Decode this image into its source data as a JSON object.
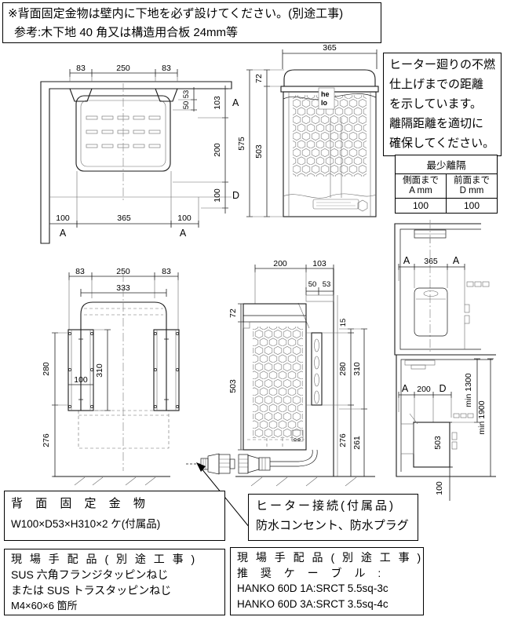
{
  "notice": {
    "line1": "※背面固定金物は壁内に下地を必ず設けてください。(別途工事)",
    "line2": "参考:木下地 40 角又は構造用合板 24mm等"
  },
  "info_box": {
    "line1": "ヒーター廻りの不燃",
    "line2": "仕上げまでの距離",
    "line3": "を示しています。",
    "line4": "離隔距離を適切に",
    "line5": "確保してください。"
  },
  "min_sep_table": {
    "title": "最少離隔",
    "col1_line1": "側面まで",
    "col1_line2": "A mm",
    "col2_line1": "前面まで",
    "col2_line2": "D mm",
    "col1_value": "100",
    "col2_value": "100"
  },
  "boxes": {
    "bracket": {
      "line1": "背 面 固 定 金 物",
      "line2": "W100×D53×H310×2 ケ(付属品)"
    },
    "screws": {
      "line1": "現 場 手 配 品 ( 別 途 工 事 )",
      "line2": "SUS 六角フランジタッピンねじ",
      "line3": "または SUS トラスタッピンねじ",
      "line4": "M4×60×6 箇所"
    },
    "connection": {
      "line1": "ヒーター接続(付属品)",
      "line2": "防水コンセント、防水プラグ"
    },
    "cable": {
      "line1": "現 場 手 配 品 ( 別 途 工 事 )",
      "line2": "推 奨 ケ ー ブ ル :",
      "line3": "HANKO 60D 1A:SRCT 5.5sq-3c",
      "line4": "HANKO 60D 3A:SRCT 3.5sq-4c"
    }
  },
  "heater_logo": {
    "line1": "he",
    "line2": "lo"
  },
  "drawings": {
    "plan": {
      "dims": {
        "top_left": "83",
        "top_center": "250",
        "top_right": "83",
        "d53": "53",
        "d50": "50",
        "r103": "103",
        "rA": "A",
        "r200": "200",
        "r100": "100",
        "rD": "D",
        "b100l": "100",
        "b365": "365",
        "b100r": "100",
        "bAl": "A",
        "bAr": "A"
      }
    },
    "front": {
      "dims": {
        "w365": "365",
        "h72": "72",
        "h503": "503",
        "h575": "575"
      }
    },
    "rear": {
      "dims": {
        "top_left": "83",
        "top_center": "250",
        "top_right": "83",
        "w333": "333",
        "h280": "280",
        "h276": "276",
        "w100": "100",
        "h310": "310"
      }
    },
    "side": {
      "dims": {
        "d200": "200",
        "d103": "103",
        "d50": "50",
        "d53": "53",
        "h72": "72",
        "h503": "503",
        "r15": "15",
        "r280": "280",
        "r310": "310",
        "r276": "276",
        "r261": "261"
      }
    },
    "room_plan": {
      "dims": {
        "aL": "A",
        "w365": "365",
        "aR": "A"
      }
    },
    "room_elev": {
      "dims": {
        "a": "A",
        "d200": "200",
        "d": "D",
        "min1300": "min 1300",
        "min1900": "min 1900",
        "h503": "503",
        "b100": "100"
      }
    }
  },
  "colors": {
    "line": "#1a1a1a",
    "paper": "#ffffff",
    "hatch": "#777777"
  }
}
